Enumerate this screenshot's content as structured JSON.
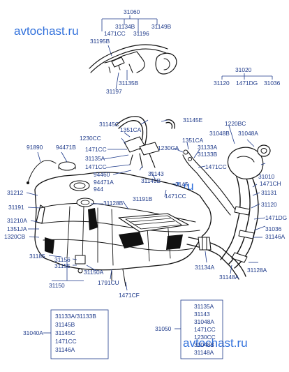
{
  "watermark": "avtochast.ru",
  "top_group": {
    "main": "31060",
    "parts": [
      "31134B",
      "31149B",
      "1471CC",
      "31196",
      "31195B",
      "31197",
      "31135B"
    ]
  },
  "group_31020": {
    "main": "31020",
    "parts": [
      "31120",
      "1471DG",
      "31036"
    ]
  },
  "callouts": {
    "c31145C": "31145C",
    "c31145E": "31145E",
    "c1351CA_a": "1351CA",
    "c1230CC": "1230CC",
    "c1471CC_a": "1471CC",
    "c31135A": "31135A",
    "c1471CC_b": "1471CC",
    "c94460": "94460",
    "c94471A": "94471A",
    "c944": "944",
    "c31143": "31143",
    "c31149B": "31149B",
    "c3145": "3145",
    "c1471CC_c": "1471CC",
    "c1220BC": "1220BC",
    "c31048B": "31048B",
    "c31048A": "31048A",
    "c1351CA_b": "1351CA",
    "c1230CA": "1230CA",
    "c31133A": "31133A",
    "c31133B": "31133B",
    "c1471CC_d": "1471CC",
    "c31010": "31010",
    "c1471CH": "1471CH",
    "c31131": "31131",
    "c31120": "31120",
    "c1471DG": "1471DG",
    "c31036": "31036",
    "c31146A": "31146A",
    "c91890": "91890",
    "c94471B": "94471B",
    "c31212": "31212",
    "c31191_a": "31191",
    "c31191B": "31191B",
    "c31128B": "31128B",
    "c31210A": "31210A",
    "c1351JA": "1351JA",
    "c1320CB": "1320CB",
    "c31185": "31185",
    "c31156": "31156",
    "c31155": "31155",
    "c31150A": "31150A",
    "c31150": "31150",
    "c1791CU": "1791CU",
    "c1471CF": "1471CF",
    "c31134A": "31134A",
    "c31148A": "31148A",
    "c31128A": "31128A"
  },
  "kit_31040": {
    "main": "31040A",
    "parts": [
      "31133A/31133B",
      "31145B",
      "31145C",
      "1471CC",
      "31146A"
    ]
  },
  "kit_31050": {
    "main": "31050",
    "parts": [
      "31135A",
      "31143",
      "31048A",
      "1471CC",
      "1230CC",
      "31048B",
      "31148A"
    ]
  }
}
